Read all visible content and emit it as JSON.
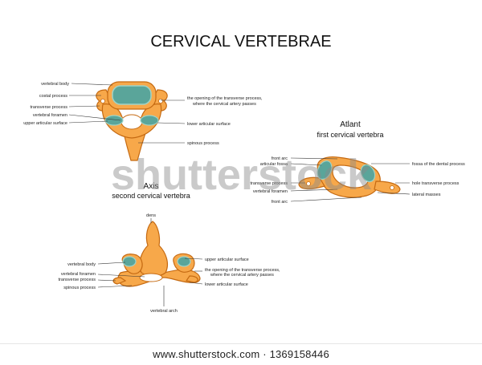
{
  "title": "CERVICAL VERTEBRAE",
  "colors": {
    "bone": "#f7a84a",
    "bone_edge": "#c56a12",
    "bone_dark": "#e58a25",
    "cartilage": "#5aa59a",
    "cartilage_light": "#9fd3c7",
    "line": "#333333"
  },
  "typical": {
    "labels": {
      "vertebral_body": "vertebral body",
      "costal_process": "costal process",
      "transverse_process": "transverse process",
      "vertebral_foramen": "vertebral foramen",
      "upper_articular_surface": "upper articular surface",
      "opening_line1": "the opening of the transverse process,",
      "opening_line2": "where the cervical artery passes",
      "lower_articular_surface": "lower articular surface",
      "spinous_process": "spinous process"
    }
  },
  "atlant": {
    "title": "Atlant",
    "subtitle": "first cervical vertebra",
    "labels": {
      "front_arc": "front arc",
      "articular_fossa": "articular fossa",
      "transverse_process": "transverse process",
      "vertebral_foramen": "vertebral foramen",
      "front_arc_2": "front arc",
      "fossa_dental": "fossa of the dental process",
      "hole_transverse": "hole transverse process",
      "lateral_masses": "lateral masses"
    }
  },
  "axis": {
    "title": "Axis",
    "subtitle": "second cervical vertebra",
    "labels": {
      "dens": "dens",
      "vertebral_body": "vertebral body",
      "vertebral_foramen": "vertebral foramen",
      "transverse_process": "transverse process",
      "spinous_process": "spinous process",
      "upper_articular_surface": "upper articular surface",
      "opening_line1": "the opening of the transverse process,",
      "opening_line2": "where the cervical artery passes",
      "lower_articular_surface": "lower articular surface",
      "vertebral_arch": "vertebral arch"
    }
  },
  "watermark": "shutterstock",
  "footer": "www.shutterstock.com · 1369158446"
}
